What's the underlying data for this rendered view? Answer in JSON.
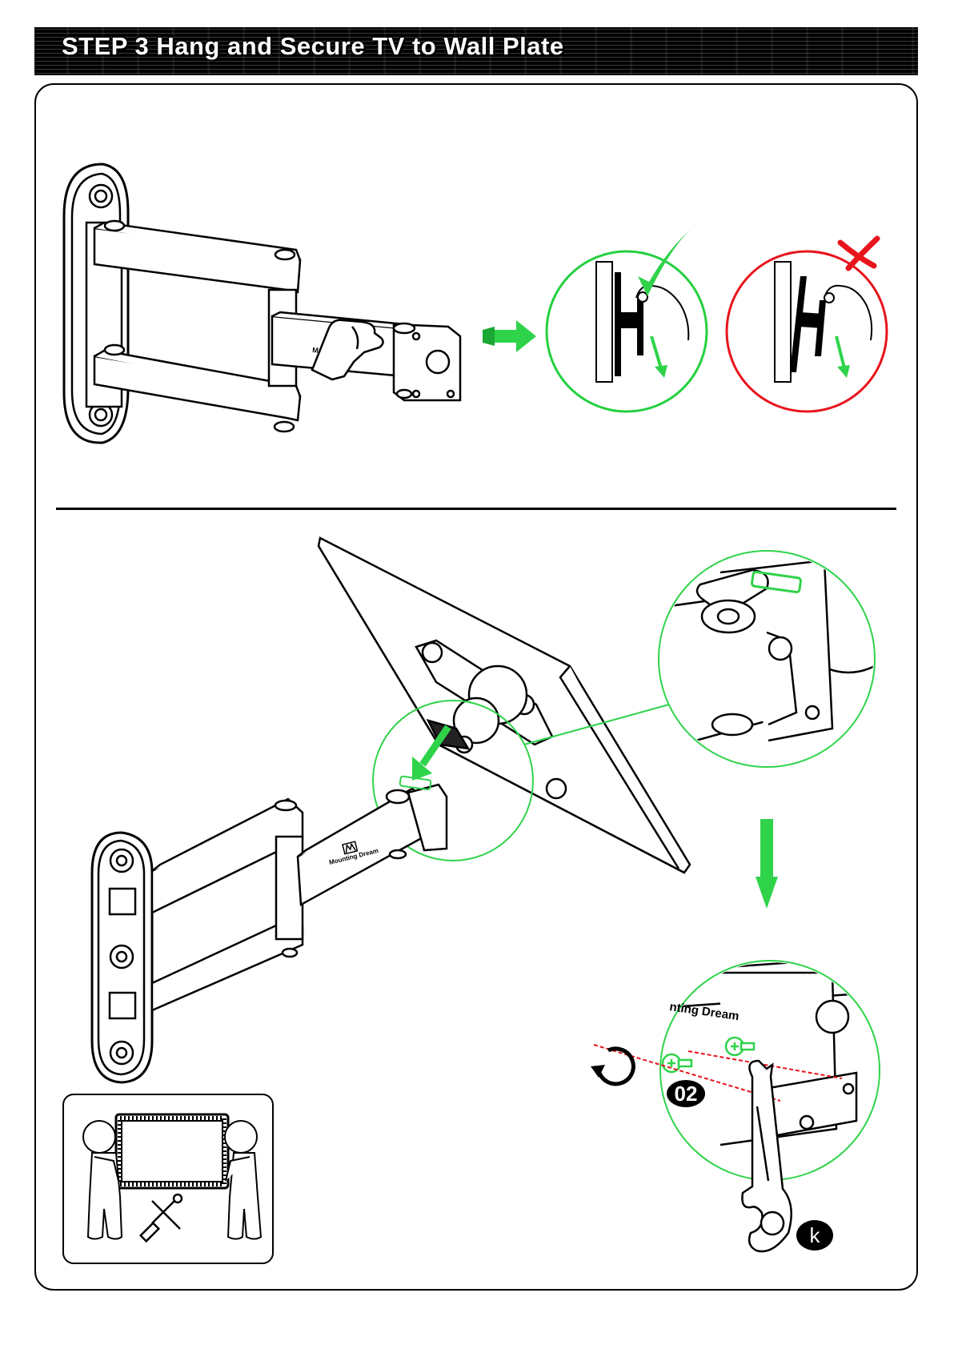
{
  "header": {
    "title": "STEP 3 Hang and Secure TV to Wall Plate"
  },
  "parts": {
    "screw_badge": "02",
    "tool_badge": "k"
  },
  "branding": {
    "arm_label_top": "M",
    "arm_label_bottom": "Mounting Dream",
    "zoom_label": "nting Dream"
  },
  "colors": {
    "correct": "#1fcc3a",
    "wrong": "#e8141c",
    "highlight": "#35d24b",
    "ink": "#000000"
  },
  "icons": [
    "check-icon",
    "cross-icon",
    "arrow-right-icon",
    "arrow-down-icon",
    "rotate-icon",
    "wrench-icon",
    "screwdriver-icon"
  ]
}
